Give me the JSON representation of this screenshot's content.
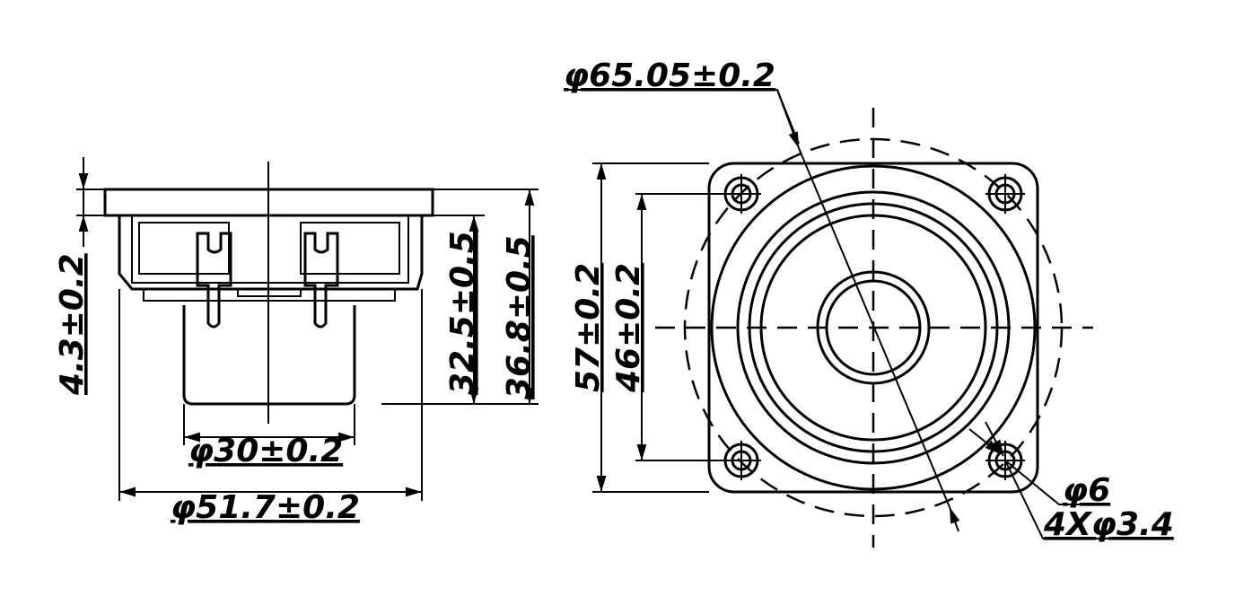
{
  "side_view": {
    "dimensions": {
      "flange_thickness": "4.3±0.2",
      "depth_inner": "32.5±0.5",
      "depth_total": "36.8±0.5",
      "magnet_diameter": "φ30±0.2",
      "frame_diameter": "φ51.7±0.2"
    }
  },
  "front_view": {
    "dimensions": {
      "mount_circle": "φ65.05±0.2",
      "frame_width": "57±0.2",
      "hole_spacing": "46±0.2",
      "hole_outer": "φ6",
      "hole_inner": "4Xφ3.4"
    }
  }
}
